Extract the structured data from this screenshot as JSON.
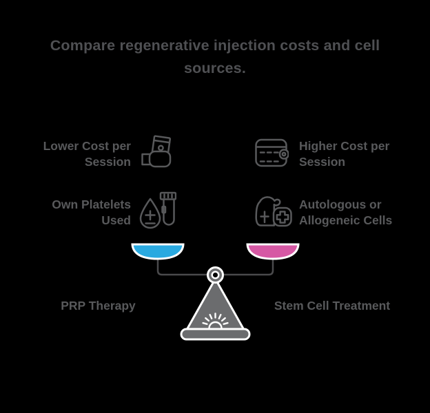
{
  "title": "Compare regenerative injection costs and cell sources.",
  "comparison": {
    "left": {
      "label": "PRP Therapy",
      "pan_color": "#29a9e0",
      "features": [
        {
          "text": "Lower Cost per Session",
          "icon": "cash-in-hand-icon"
        },
        {
          "text": "Own Platelets Used",
          "icon": "blood-drop-test-tube-icon"
        }
      ]
    },
    "right": {
      "label": "Stem Cell Treatment",
      "pan_color": "#d658a4",
      "features": [
        {
          "text": "Higher Cost per Session",
          "icon": "wallet-icon"
        },
        {
          "text": "Autologous or Allogeneic Cells",
          "icon": "person-cells-icon"
        }
      ]
    }
  },
  "colors": {
    "background": "#000000",
    "title_text": "#4f5053",
    "body_text": "#58595b",
    "icon_stroke": "#58595b",
    "scale_body": "#6b6c6e",
    "scale_outline": "#ffffff",
    "beam": "#4a4a4c",
    "left_pan": "#29a9e0",
    "right_pan": "#d658a4"
  }
}
